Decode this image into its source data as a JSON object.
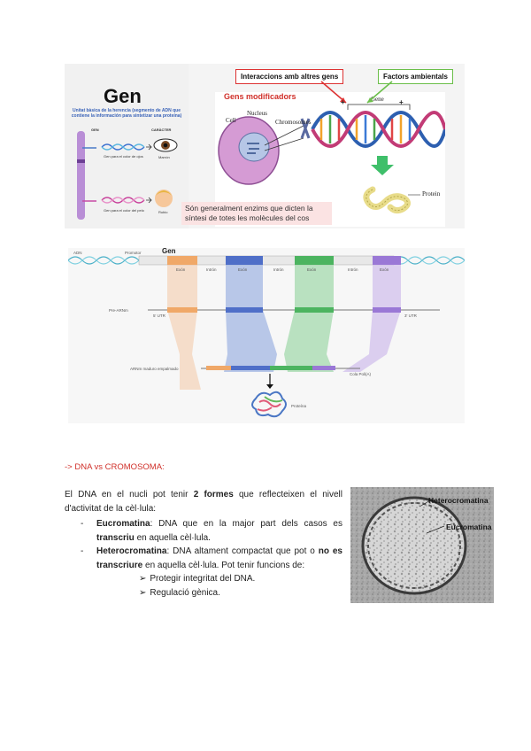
{
  "figure1": {
    "title": "Gen",
    "definition": "Unitat bàsica de la herencia (segmento de ADN que contiene la información para sintetizar una proteína)",
    "col_gen": "GEN",
    "col_caracter": "CARÀCTER",
    "caption1": "Gen para el color de ojos",
    "caption1b": "Marrón",
    "caption2": "Gen para el color del pelo",
    "caption2b": "Rubio",
    "box_interactions": "Interaccions amb altres gens",
    "box_factors": "Factors ambientals",
    "gens_modificadors": "Gens modificadors",
    "plus1": "+",
    "plus2": "+",
    "gene_label": "Gene",
    "cell_label": "Cell",
    "nucleus_label": "Nucleus",
    "chromosomes_label": "Chromosomes",
    "protein_label": "Protein",
    "enzyme_text": "Són generalment enzims que dicten la síntesi de totes les molècules del cos"
  },
  "figure2": {
    "adn": "ADN",
    "promotor": "Promotor",
    "gen": "Gen",
    "exon": "Exón",
    "intron": "Intrón",
    "pre_arnm": "Pre-ARNm",
    "cap": "5' UTR",
    "utr3": "3' UTR",
    "arnm": "ARNm maduro empalmado",
    "poly": "Cola Poli(A)",
    "protein": "Proteína"
  },
  "section": {
    "heading": "-> DNA vs CROMOSOMA:",
    "intro_a": "El DNA en el nucli pot tenir ",
    "intro_bold": "2 formes",
    "intro_b": " que reflecteixen el nivell d'activitat de la cèl·lula:",
    "dash": "-",
    "euc_term": "Eucromatina",
    "euc_a": ": DNA que en la major part dels casos es ",
    "euc_bold": "transcriu",
    "euc_b": " en aquella cèl·lula.",
    "het_term": "Heterocromatina",
    "het_a": ": DNA altament compactat que pot o ",
    "het_bold": "no es transcriure",
    "het_b": " en aquella cèl·lula. Pot tenir funcions de:",
    "arrow": "➢",
    "func1": "Protegir integritat del DNA.",
    "func2": "Regulació gènica.",
    "micro_label1": "Heterocromatina",
    "micro_label2": "Eucromatina"
  }
}
